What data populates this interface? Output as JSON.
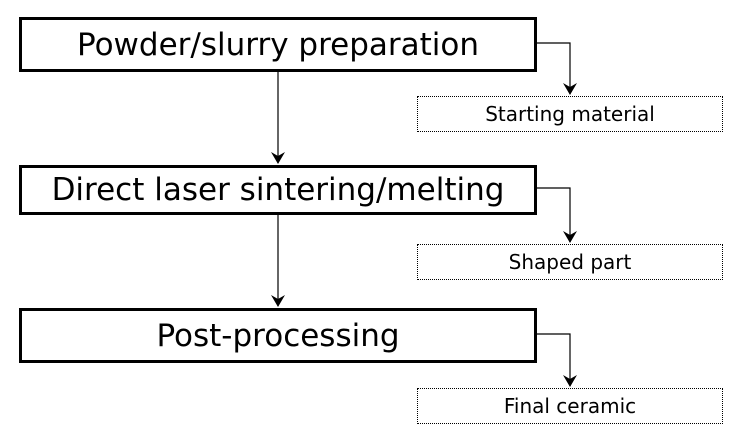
{
  "process_steps": [
    {
      "label": "Powder/slurry preparation"
    },
    {
      "label": "Direct laser sintering/melting"
    },
    {
      "label": "Post-processing"
    }
  ],
  "outputs": [
    {
      "label": "Starting material"
    },
    {
      "label": "Shaped part"
    },
    {
      "label": "Final ceramic"
    }
  ],
  "colors": {
    "stroke": "#000000",
    "background": "#ffffff"
  }
}
